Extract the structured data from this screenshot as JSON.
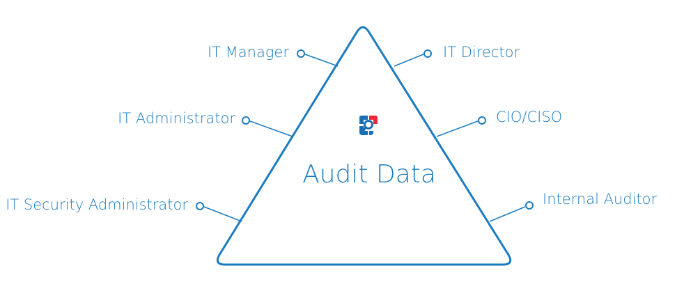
{
  "title": "Audit Data",
  "colors": {
    "primary": "#1a7bbf",
    "logo_blue": "#1a6fb4",
    "logo_red": "#e52d3a",
    "background": "#ffffff"
  },
  "icons": {
    "center": "audit-search-logo-icon",
    "connector": "ring-node-icon"
  },
  "roles": {
    "left": [
      "IT Manager",
      "IT Administrator",
      "IT Security Administrator"
    ],
    "right": [
      "IT Director",
      "CIO/CISO",
      "Internal Auditor"
    ]
  }
}
